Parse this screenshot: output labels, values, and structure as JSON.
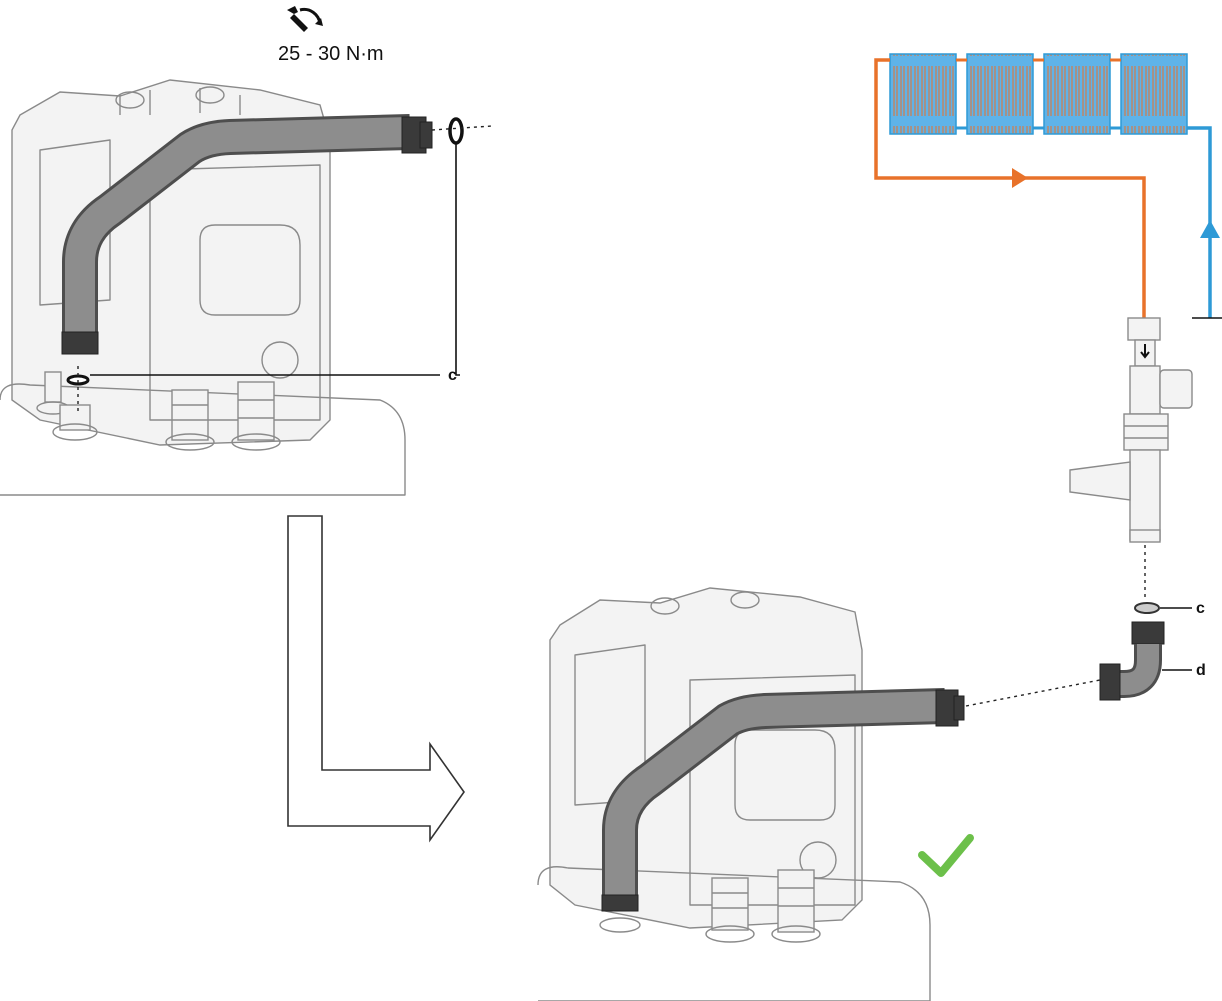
{
  "torque": {
    "value": "25 - 30 N·m",
    "icon": "wrench-torque-icon"
  },
  "callouts": {
    "seal_top": "c",
    "seal_right": "c",
    "elbow": "d"
  },
  "indicators": {
    "confirm_icon": "checkmark-icon",
    "confirm_color": "#6cc04a"
  },
  "heating_circuit": {
    "flow_color": "#e8722a",
    "return_color": "#2e9ad6",
    "radiator_count": 4
  }
}
